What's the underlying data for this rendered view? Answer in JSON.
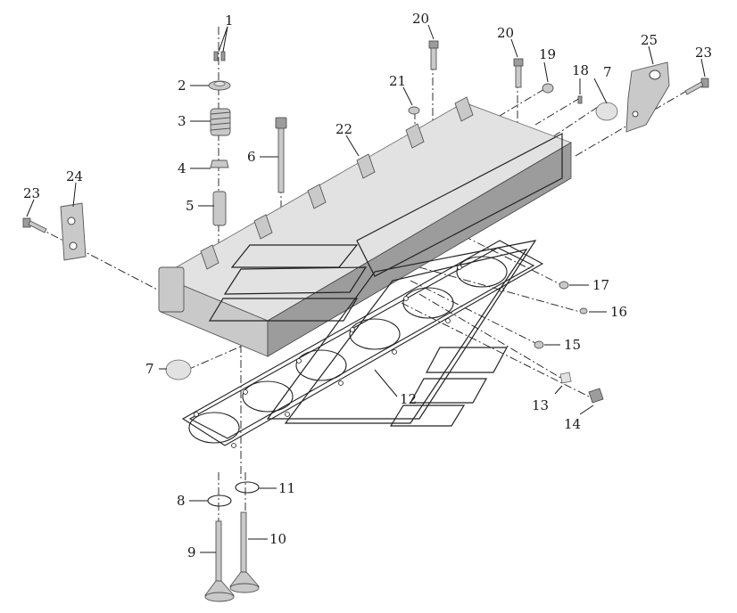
{
  "diagram": {
    "callouts": [
      {
        "id": "c1",
        "label": "1"
      },
      {
        "id": "c2",
        "label": "2"
      },
      {
        "id": "c3",
        "label": "3"
      },
      {
        "id": "c4",
        "label": "4"
      },
      {
        "id": "c5",
        "label": "5"
      },
      {
        "id": "c6",
        "label": "6"
      },
      {
        "id": "c7a",
        "label": "7"
      },
      {
        "id": "c7b",
        "label": "7"
      },
      {
        "id": "c8",
        "label": "8"
      },
      {
        "id": "c9",
        "label": "9"
      },
      {
        "id": "c10",
        "label": "10"
      },
      {
        "id": "c11",
        "label": "11"
      },
      {
        "id": "c12",
        "label": "12"
      },
      {
        "id": "c13",
        "label": "13"
      },
      {
        "id": "c14",
        "label": "14"
      },
      {
        "id": "c15",
        "label": "15"
      },
      {
        "id": "c16",
        "label": "16"
      },
      {
        "id": "c17",
        "label": "17"
      },
      {
        "id": "c18",
        "label": "18"
      },
      {
        "id": "c19",
        "label": "19"
      },
      {
        "id": "c20a",
        "label": "20"
      },
      {
        "id": "c20b",
        "label": "20"
      },
      {
        "id": "c21",
        "label": "21"
      },
      {
        "id": "c22",
        "label": "22"
      },
      {
        "id": "c23a",
        "label": "23"
      },
      {
        "id": "c23b",
        "label": "23"
      },
      {
        "id": "c24",
        "label": "24"
      },
      {
        "id": "c25",
        "label": "25"
      }
    ]
  }
}
